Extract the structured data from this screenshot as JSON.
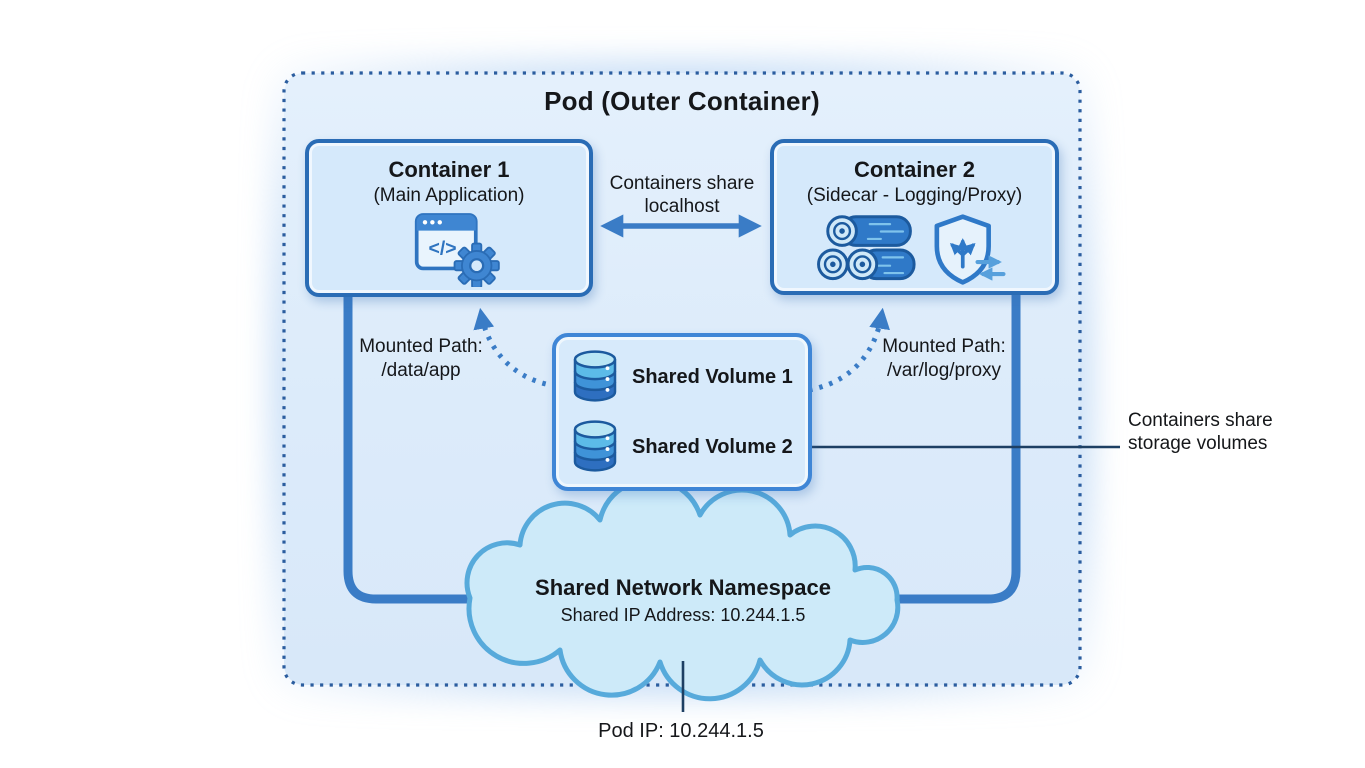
{
  "diagram": {
    "pod_title": "Pod (Outer Container)",
    "container1": {
      "title": "Container 1",
      "subtitle": "(Main Application)",
      "icons": [
        "app-window-code-icon",
        "gear-icon"
      ]
    },
    "container2": {
      "title": "Container 2",
      "subtitle": "(Sidecar - Logging/Proxy)",
      "icons": [
        "logs-icon",
        "shield-route-icon"
      ]
    },
    "localhost_label": {
      "line1": "Containers share",
      "line2": "localhost"
    },
    "volume_box": {
      "items": [
        {
          "icon": "database-icon",
          "label": "Shared Volume 1"
        },
        {
          "icon": "database-icon",
          "label": "Shared Volume 2"
        }
      ]
    },
    "mount_left": {
      "line1": "Mounted Path:",
      "line2": "/data/app"
    },
    "mount_right": {
      "line1": "Mounted Path:",
      "line2": "/var/log/proxy"
    },
    "storage_note": {
      "line1": "Containers share",
      "line2": "storage volumes"
    },
    "network_cloud": {
      "title": "Shared Network Namespace",
      "subtitle": "Shared IP Address: 10.244.1.5"
    },
    "pod_ip_label": "Pod IP: 10.244.1.5",
    "colors": {
      "accent_blue": "#3a7cc6",
      "container_border": "#2a6cb5",
      "pod_fill": "#dcebfa",
      "pod_dotted_border": "#2b5d9f",
      "cloud_fill": "#cdeaf9",
      "cloud_border": "#57aadb",
      "dark_line": "#1d3f63",
      "text": "#15171a"
    }
  }
}
